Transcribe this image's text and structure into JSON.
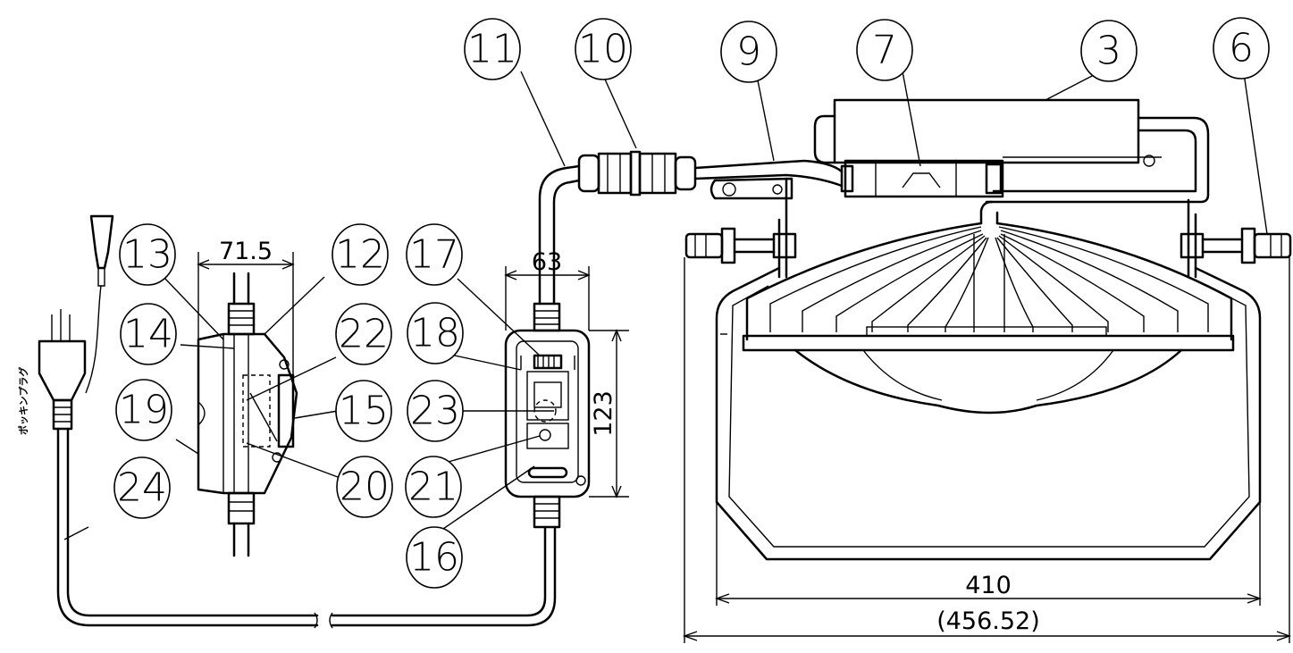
{
  "drawing": {
    "balloons": [
      {
        "id": "b11",
        "label": "11"
      },
      {
        "id": "b10",
        "label": "10"
      },
      {
        "id": "b9",
        "label": "9"
      },
      {
        "id": "b7",
        "label": "7"
      },
      {
        "id": "b3",
        "label": "3"
      },
      {
        "id": "b6",
        "label": "6"
      },
      {
        "id": "b13",
        "label": "13"
      },
      {
        "id": "b12",
        "label": "12"
      },
      {
        "id": "b17",
        "label": "17"
      },
      {
        "id": "b14",
        "label": "14"
      },
      {
        "id": "b22",
        "label": "22"
      },
      {
        "id": "b18",
        "label": "18"
      },
      {
        "id": "b19",
        "label": "19"
      },
      {
        "id": "b15",
        "label": "15"
      },
      {
        "id": "b23",
        "label": "23"
      },
      {
        "id": "b24",
        "label": "24"
      },
      {
        "id": "b20",
        "label": "20"
      },
      {
        "id": "b21",
        "label": "21"
      },
      {
        "id": "b16",
        "label": "16"
      }
    ],
    "dimensions": {
      "breaker_width": "71.5",
      "box_width": "63",
      "box_height": "123",
      "guard_width": "410",
      "overall_width": "(456.52)"
    },
    "plug_label": "ポッキンプラグ"
  }
}
